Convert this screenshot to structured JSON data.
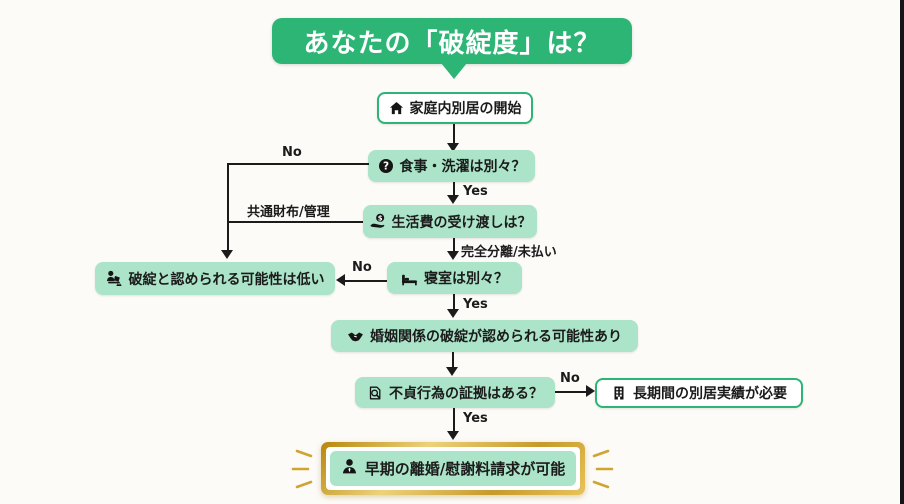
{
  "title": "あなたの「破綻度」は？",
  "colors": {
    "accent_green": "#2db576",
    "node_green": "#abe4c8",
    "ink": "#1b1b1b",
    "gold": "#cfa433",
    "background": "#fcfbf8"
  },
  "flow": {
    "nodes": {
      "start": {
        "label": "家庭内別居の開始",
        "icon": "house-icon"
      },
      "meals": {
        "label": "食事・洗濯は別々？",
        "icon": "question-icon"
      },
      "living": {
        "label": "生活費の受け渡しは？",
        "icon": "money-hand-icon"
      },
      "low_chance": {
        "label": "破綻と認められる可能性は低い",
        "icon": "person-laptop-warning-icon"
      },
      "bedroom": {
        "label": "寝室は別々？",
        "icon": "bed-icon"
      },
      "breakdown_possible": {
        "label": "婚姻関係の破綻が認められる可能性あり",
        "icon": "handshake-icon"
      },
      "evidence": {
        "label": "不貞行為の証拠はある？",
        "icon": "document-search-icon"
      },
      "long_separation": {
        "label": "長期間の別居実績が必要",
        "icon": "building-icon"
      },
      "result": {
        "label": "早期の離婚/慰謝料請求が可能",
        "icon": "person-icon"
      }
    },
    "edge_labels": {
      "meals_no": "No",
      "meals_yes": "Yes",
      "living_shared": "共通財布/管理",
      "living_separated": "完全分離/未払い",
      "bedroom_no": "No",
      "bedroom_yes": "Yes",
      "evidence_no": "No",
      "evidence_yes": "Yes"
    },
    "icon_glyphs": {
      "question": "?",
      "dollar": "$"
    }
  }
}
